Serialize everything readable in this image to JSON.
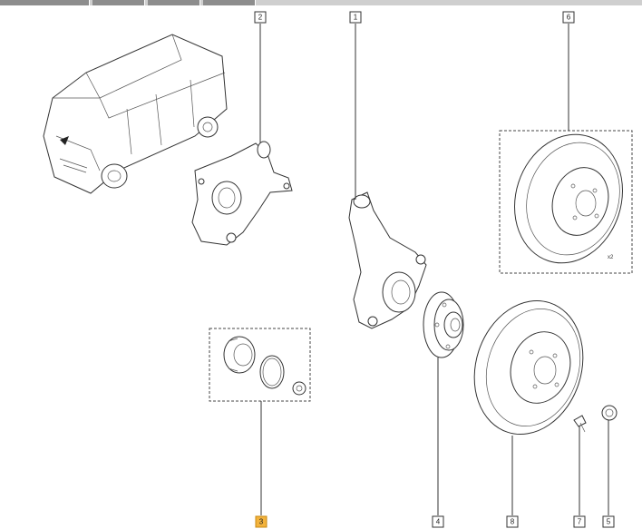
{
  "tabs": [
    "",
    "",
    "",
    "",
    ""
  ],
  "callouts": [
    {
      "id": "1",
      "label": "1"
    },
    {
      "id": "2",
      "label": "2"
    },
    {
      "id": "3",
      "label": "3"
    },
    {
      "id": "4",
      "label": "4"
    },
    {
      "id": "5",
      "label": "5"
    },
    {
      "id": "6",
      "label": "6"
    },
    {
      "id": "7",
      "label": "7"
    },
    {
      "id": "8",
      "label": "8"
    }
  ],
  "quantity_note": "x2",
  "colors": {
    "selected_callout": "#f3b33d",
    "line": "#333333",
    "tab_active": "#8d8d8d"
  },
  "selected_callout": "3"
}
